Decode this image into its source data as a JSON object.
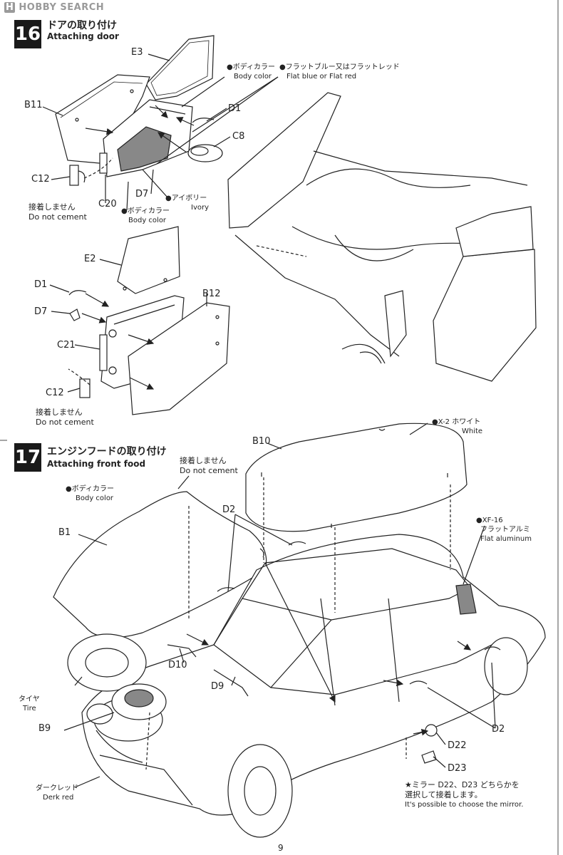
{
  "watermark": "HOBBY SEARCH",
  "page_number": "9",
  "step16": {
    "number": "16",
    "title_jp": "ドアの取り付け",
    "title_en": "Attaching door",
    "parts": {
      "e3": "E3",
      "b11": "B11",
      "d1_top": "D1",
      "c8": "C8",
      "c12_top": "C12",
      "c20": "C20",
      "d7_top": "D7",
      "e2": "E2",
      "d1_bot": "D1",
      "d7_bot": "D7",
      "b12": "B12",
      "c21": "C21",
      "c12_bot": "C12"
    },
    "callouts": {
      "body_color_top_jp": "●ボディカラー",
      "body_color_top_en": "Body color",
      "flat_jp": "●フラットブルー又はフラットレッド",
      "flat_en": "Flat blue or Flat red",
      "ivory_jp": "●アイボリー",
      "ivory_en": "Ivory",
      "body_color_bot_jp": "●ボディカラー",
      "body_color_bot_en": "Body color"
    },
    "notes": {
      "nocement1_jp": "接着しません",
      "nocement1_en": "Do not cement",
      "nocement2_jp": "接着しません",
      "nocement2_en": "Do not cement"
    }
  },
  "step17": {
    "number": "17",
    "title_jp": "エンジンフードの取り付け",
    "title_en": "Attaching front food",
    "parts": {
      "b10": "B10",
      "b1": "B1",
      "d2_top": "D2",
      "d10": "D10",
      "d9": "D9",
      "b9": "B9",
      "d2_right": "D2",
      "d22": "D22",
      "d23": "D23"
    },
    "callouts": {
      "white_jp": "●X-2 ホワイト",
      "white_en": "White",
      "body_color_jp": "●ボディカラー",
      "body_color_en": "Body color",
      "alu_jp": "●XF-16",
      "alu_jp2": "フラットアルミ",
      "alu_en": "Flat aluminum",
      "tire_jp": "タイヤ",
      "tire_en": "Tire",
      "red_jp": "ダークレッド",
      "red_en": "Derk red"
    },
    "notes": {
      "nocement_jp": "接着しません",
      "nocement_en": "Do not cement",
      "mirror_jp1": "★ミラー D22、D23 どちらかを",
      "mirror_jp2": "選択して接着します。",
      "mirror_en": "It's possible to choose the mirror."
    }
  }
}
